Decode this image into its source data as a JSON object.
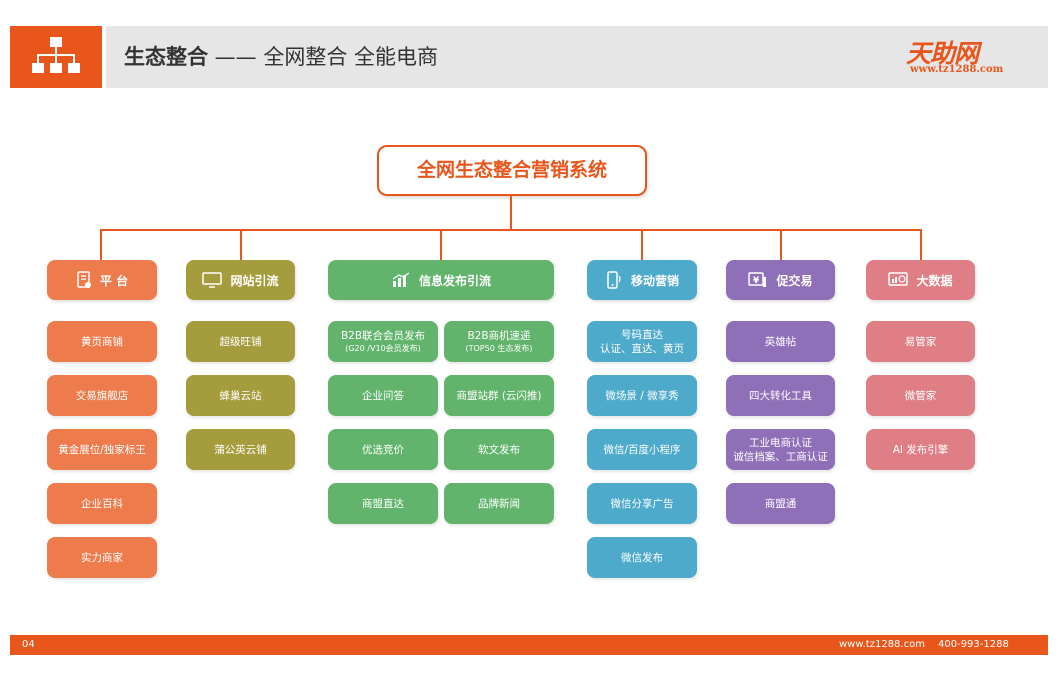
{
  "header": {
    "title_bold": "生态整合",
    "title_dash": " —— ",
    "title_rest": "全网整合 全能电商"
  },
  "brand": {
    "name": "天助网",
    "url": "www.tz1288.com"
  },
  "root": {
    "label": "全网生态整合营销系统"
  },
  "categories": [
    {
      "label": "平 台",
      "color": "#ee7b4c",
      "icon": "document-icon",
      "leaves": [
        {
          "label": "黄页商铺"
        },
        {
          "label": "交易旗舰店"
        },
        {
          "label": "黄金展位/独家标王"
        },
        {
          "label": "企业百科"
        },
        {
          "label": "实力商家"
        }
      ]
    },
    {
      "label": "网站引流",
      "color": "#a59c3d",
      "icon": "monitor-icon",
      "leaves": [
        {
          "label": "超级旺铺"
        },
        {
          "label": "蜂巢云站"
        },
        {
          "label": "蒲公英云铺"
        }
      ]
    },
    {
      "label": "信息发布引流",
      "color": "#62b46d",
      "icon": "bar-chart-icon",
      "leaves": [
        {
          "label": "B2B联合会员发布",
          "sub": "(G20 /V10会员发布)"
        },
        {
          "label": "B2B商机速递",
          "sub": "(TOP50 生态发布)"
        },
        {
          "label": "企业问答"
        },
        {
          "label": "商盟站群 (云闪推)"
        },
        {
          "label": "优选竞价"
        },
        {
          "label": "软文发布"
        },
        {
          "label": "商盟直达"
        },
        {
          "label": "品牌新闻"
        }
      ]
    },
    {
      "label": "移动营销",
      "color": "#4eaacb",
      "icon": "mobile-icon",
      "leaves": [
        {
          "label": "号码直达",
          "sub2": "认证、直达、黄页"
        },
        {
          "label": "微场景 / 微享秀"
        },
        {
          "label": "微信/百度小程序"
        },
        {
          "label": "微信分享广告"
        },
        {
          "label": "微信发布"
        }
      ]
    },
    {
      "label": "促交易",
      "color": "#8f6fb8",
      "icon": "yen-icon",
      "leaves": [
        {
          "label": "英雄帖"
        },
        {
          "label": "四大转化工具"
        },
        {
          "label": "工业电商认证",
          "sub2": "诚信档案、工商认证"
        },
        {
          "label": "商盟通"
        }
      ]
    },
    {
      "label": "大数据",
      "color": "#e07e86",
      "icon": "dashboard-icon",
      "leaves": [
        {
          "label": "易管家"
        },
        {
          "label": "微管家"
        },
        {
          "label": "AI 发布引擎"
        }
      ]
    }
  ],
  "footer": {
    "page": "04",
    "url": "www.tz1288.com",
    "phone": "400-993-1288"
  }
}
